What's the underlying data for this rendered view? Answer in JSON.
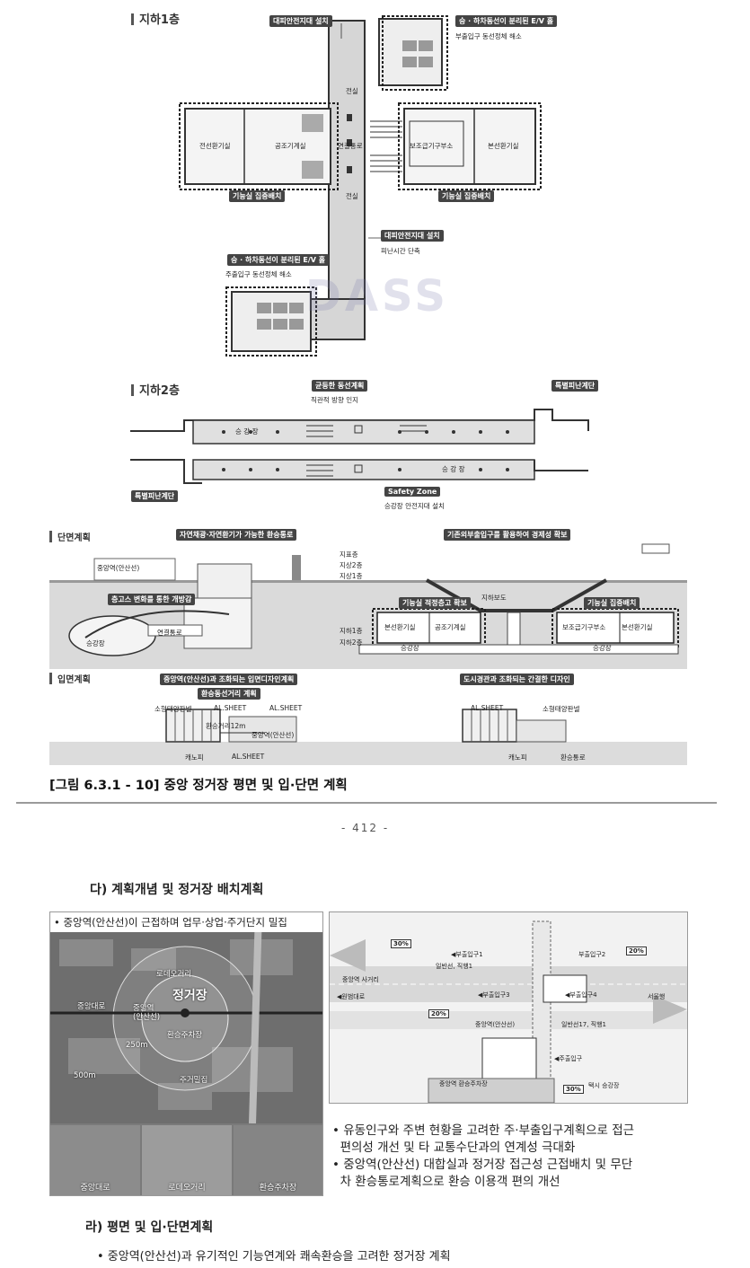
{
  "plan_b1": {
    "title": "지하1층",
    "tags": {
      "shelter_top": "대피안전지대 설치",
      "ev_top": "승 · 하차동선이 분리된 E/V 홀",
      "ev_bottom": "승 · 하차동선이 분리된 E/V 홀",
      "machine_left": "기능실 집중배치",
      "machine_right": "기능실 집중배치",
      "shelter_mid": "대피안전지대 설치"
    },
    "notes": {
      "ev_top": "부출입구 동선정체 해소",
      "ev_bottom": "주출입구 동선정체 해소",
      "shelter_mid": "피난시간 단축"
    },
    "rooms": {
      "elec_left": "전선환기실",
      "air_left": "공조기계실",
      "corridor": "연결통로",
      "hall_top": "전실",
      "hall_bottom": "전실",
      "aux": "보조급기구부소",
      "elec_right": "본선환기실"
    }
  },
  "plan_b2": {
    "title": "지하2층",
    "tags": {
      "flow": "균등한 동선계획",
      "stair_top": "특별피난계단",
      "stair_bottom": "특별피난계단",
      "safety": "Safety Zone"
    },
    "notes": {
      "flow": "직관적 방향 인지",
      "safety": "승강장 안전지대 설치"
    },
    "rooms": {
      "platform_top": "승 강 장",
      "platform_bottom": "승 강 장"
    }
  },
  "section": {
    "title": "단면계획",
    "tags": {
      "daylight": "자연채광·자연환기가 가능한 환승통로",
      "reuse": "기존외부출입구를 활용하여 경제성 확보",
      "concourse": "층고스 변화를 통한 개방감",
      "machine_height": "기능실 적정층고 확보",
      "machine_group": "기능실 집중배치"
    },
    "level_labels": [
      "지표층",
      "지상2층",
      "지상1층"
    ],
    "level_labels_below": [
      "지하1층",
      "지하2층"
    ],
    "rooms": {
      "station": "중앙역(안산선)",
      "corridor": "연결통로",
      "platform": "승강장",
      "shelter": "지하보도",
      "elec": "본선환기실",
      "air": "공조기계실",
      "aux": "보조급기구부소",
      "elec2": "본선환기실",
      "plat_l": "승강장",
      "plat_r": "승강장"
    }
  },
  "elevation": {
    "title": "입면계획",
    "tags": {
      "harmony": "중앙역(안산선)과 조화되는 입면디자인계획",
      "transfer": "환승동선거리 계획",
      "city": "도시경관과 조화되는 간결한 디자인"
    },
    "labels": {
      "solar_l": "소형태양판넬",
      "al_sheet_1": "AL.SHEET",
      "al_sheet_2": "AL.SHEET",
      "distance": "환승거리12m",
      "station": "중앙역(안산선)",
      "canopy_l": "캐노피",
      "al_sheet_3": "AL.SHEET",
      "al_sheet_r": "AL.SHEET",
      "solar_r": "소형태양판넬",
      "canopy_r": "캐노피",
      "vent_r": "환승통로"
    }
  },
  "caption": "[그림 6.3.1 - 10] 중앙 정거장 평면 및 입·단면 계획",
  "page_number": "- 412 -",
  "heading_d": "다) 계획개념 및 정거장 배치계획",
  "map_panel": {
    "header": "• 중앙역(안산선)이 근접하며 업무·상업·주거단지 밀집",
    "labels": {
      "rodeo": "로데오거리",
      "station_new": "정거장",
      "road": "중앙대로",
      "station_old": "중앙역\n(안산선)",
      "parking": "환승주차장",
      "r250": "250m",
      "r500": "500m",
      "housing": "주거밀집"
    },
    "photos": [
      "중앙대로",
      "로데오거리",
      "환승주차장"
    ]
  },
  "site_panel": {
    "labels": {
      "exit2": "부출입구2",
      "exit1": "◀부출입구1",
      "exit3": "◀부출입구3",
      "exit4": "◀부출입구4",
      "main": "◀주출입구",
      "bus_top": "일반선, 직행1",
      "bus_mid": "일반선17, 직행1",
      "station": "중앙역(안산선)",
      "west": "◀원범대로",
      "east": "서울행",
      "road_top": "중앙역 사거리",
      "road_bottom": "중앙역 환승주차장",
      "facility": "택시 승강장"
    },
    "percents": [
      "30%",
      "20%",
      "20%",
      "30%"
    ]
  },
  "bullets": [
    "• 유동인구와 주변 현황을 고려한 주·부출입구계획으로 접근",
    "  편의성 개선 및 타 교통수단과의 연계성 극대화",
    "• 중앙역(안산선) 대합실과 정거장 접근성 근접배치 및 무단",
    "  차 환승통로계획으로 환승 이용객 편의 개선"
  ],
  "heading_r": "라) 평면 및 입·단면계획",
  "final_bullet": "• 중앙역(안산선)과 유기적인 기능연계와 쾌속환승을 고려한 정거장 계획",
  "watermark": "DASS"
}
